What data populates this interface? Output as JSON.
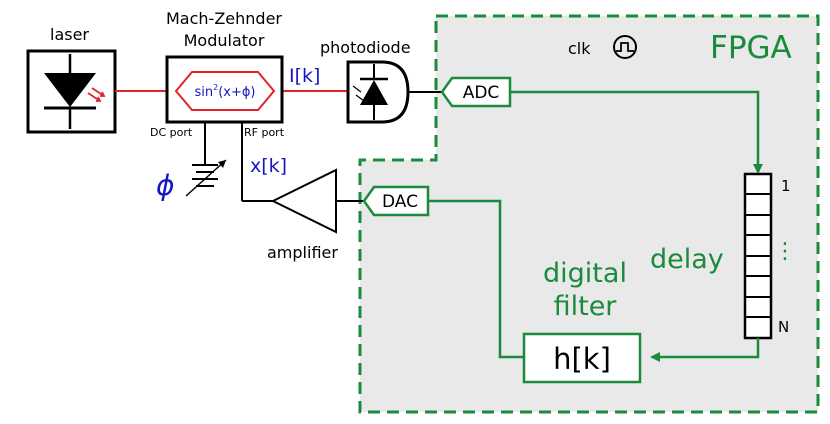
{
  "labels": {
    "laser": "laser",
    "mzm_line1": "Mach-Zehnder",
    "mzm_line2": "Modulator",
    "mzm_formula_main": "sin",
    "mzm_formula_sup": "2",
    "mzm_formula_arg": "(x+ϕ)",
    "dc_port": "DC port",
    "rf_port": "RF port",
    "photodiode": "photodiode",
    "ik": "I[k]",
    "xk": "x[k]",
    "phi": "ϕ",
    "amplifier": "amplifier",
    "clk": "clk",
    "fpga": "FPGA",
    "adc": "ADC",
    "dac": "DAC",
    "delay": "delay",
    "delay_top_index": "1",
    "delay_bottom_index": "N",
    "digital": "digital",
    "filter": "filter",
    "hk": "h[k]"
  },
  "colors": {
    "fpga_green": "#1a8a3c",
    "signal_red": "#e0242a",
    "label_blue": "#1515c8",
    "fpga_fill": "#e9e9e9",
    "outline": "#000000"
  },
  "icons": {
    "laser": "laser-diode-icon",
    "photodiode": "photodiode-icon",
    "clock": "square-wave-clock-icon",
    "bias": "variable-voltage-source-icon",
    "amplifier": "amplifier-triangle-icon"
  }
}
